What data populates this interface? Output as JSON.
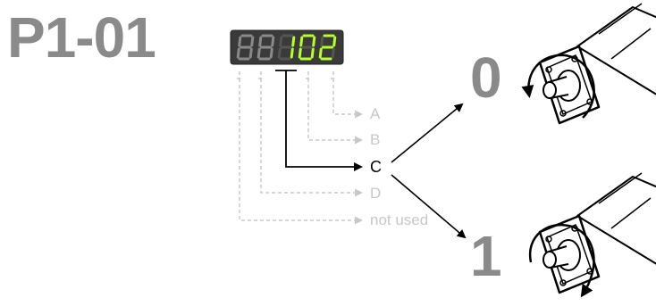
{
  "parameter_title": "P1-01",
  "display": {
    "digits": [
      "8",
      "8",
      "1",
      "0",
      "2"
    ],
    "lit": [
      false,
      false,
      true,
      true,
      true
    ],
    "lit_color": "#b6ff2a",
    "unlit_color": "#8a8a8a"
  },
  "fields": {
    "a_label": "A",
    "b_label": "B",
    "c_label": "C",
    "d_label": "D",
    "unused_label": "not used"
  },
  "options": {
    "zero_label": "0",
    "one_label": "1"
  },
  "colors": {
    "title": "#8a8a8a",
    "active": "#000000",
    "inactive": "#c8c8c8",
    "display_bg": "#3a3a3a"
  }
}
